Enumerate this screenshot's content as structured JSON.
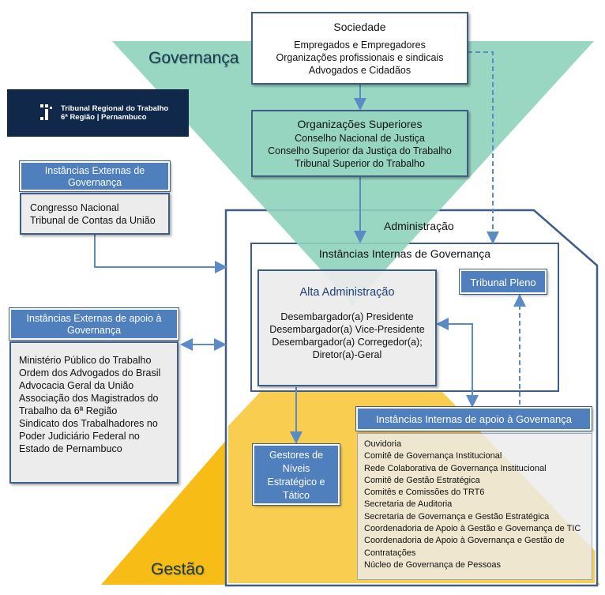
{
  "labels": {
    "governanca": "Governança",
    "gestao": "Gestão",
    "administracao": "Administração"
  },
  "logo": {
    "line1": "Tribunal Regional do Trabalho",
    "line2": "6ª Região | Pernambuco"
  },
  "sociedade": {
    "title": "Sociedade",
    "items": [
      "Empregados e Empregadores",
      "Organizações profissionais e sindicais",
      "Advogados e Cidadãos"
    ]
  },
  "org_superiores": {
    "title": "Organizações Superiores",
    "items": [
      "Conselho Nacional de Justiça",
      "Conselho Superior da Justiça do Trabalho",
      "Tribunal Superior do Trabalho"
    ]
  },
  "inst_externas_gov": {
    "title": "Instâncias Externas  de Governança",
    "items": [
      "Congresso Nacional",
      "Tribunal de Contas da União"
    ]
  },
  "inst_externas_apoio": {
    "title": "Instâncias Externas de apoio à Governança",
    "items": [
      "Ministério Público do Trabalho",
      "Ordem dos Advogados do Brasil",
      "Advocacia Geral da União",
      "Associação dos Magistrados do",
      "Trabalho da 6ª Região",
      "Sindicato dos Trabalhadores no",
      "Poder Judiciário Federal no",
      "Estado de Pernambuco"
    ]
  },
  "inst_internas_gov": {
    "title": "Instâncias Internas de Governança"
  },
  "alta_adm": {
    "title": "Alta Administração",
    "items": [
      "Desembargador(a) Presidente",
      "Desembargador(a) Vice-Presidente",
      "Desembargador(a) Corregedor(a);",
      "Diretor(a)-Geral"
    ]
  },
  "tribunal_pleno": {
    "title": "Tribunal Pleno"
  },
  "gestores": {
    "lines": [
      "Gestores de",
      "Níveis",
      "Estratégico e",
      "Tático"
    ]
  },
  "inst_internas_apoio": {
    "title": "Instâncias Internas de apoio à Governança",
    "items": [
      "Ouvidoria",
      "Comitê de Governança Institucional",
      "Rede Colaborativa de Governança Institucional",
      "Comitê de Gestão Estratégica",
      "Comitês e Comissões do TRT6",
      "Secretaria de Auditoria",
      "Secretaria de Governança e Gestão Estratégica",
      "Coordenadoria de Apoio à Gestão e Governança de TIC",
      "Coordenadoria de Apoio à Governança e Gestão de",
      "Contratações",
      "Núcleo de Governança de Pessoas"
    ]
  },
  "colors": {
    "governanca_fill": "#8fd3bd",
    "gestao_fill": "#f7bd16",
    "header_blue": "#4f7fbd",
    "border_blue": "#3e5e86",
    "arrow_blue": "#5b8bc6"
  }
}
